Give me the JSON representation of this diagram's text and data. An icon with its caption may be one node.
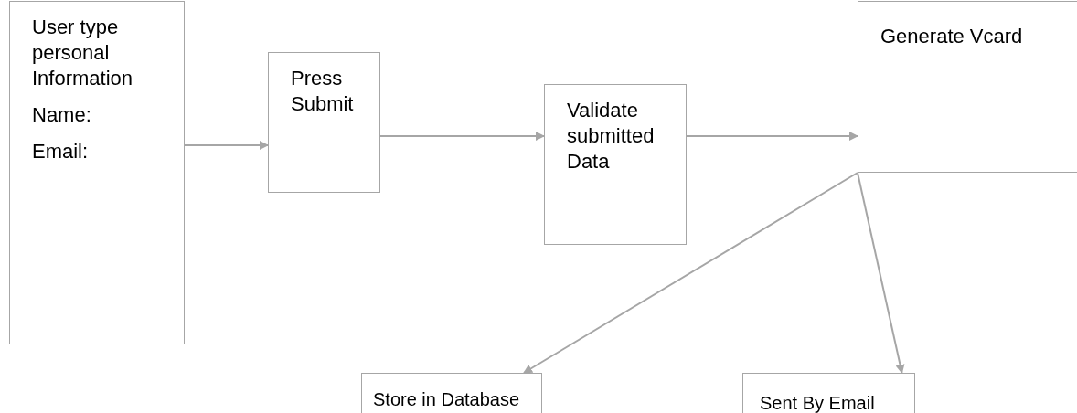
{
  "diagram": {
    "nodes": [
      {
        "text": [
          "User type personal Information",
          "Name:",
          "Email:"
        ]
      },
      {
        "text": [
          "Press Submit"
        ]
      },
      {
        "text": [
          "Validate submitted Data"
        ]
      },
      {
        "text": [
          "Generate Vcard"
        ]
      },
      {
        "text": [
          "Store in Database"
        ]
      },
      {
        "text": [
          "Sent By Email"
        ]
      }
    ],
    "edges": [
      {
        "from": 0,
        "to": 1,
        "arrow": "to"
      },
      {
        "from": 1,
        "to": 2,
        "arrow": "to"
      },
      {
        "from": 2,
        "to": 3,
        "arrow": "to"
      },
      {
        "from": 3,
        "to": 4,
        "arrow": "to"
      },
      {
        "from": 3,
        "to": 5,
        "arrow": "to"
      }
    ]
  }
}
